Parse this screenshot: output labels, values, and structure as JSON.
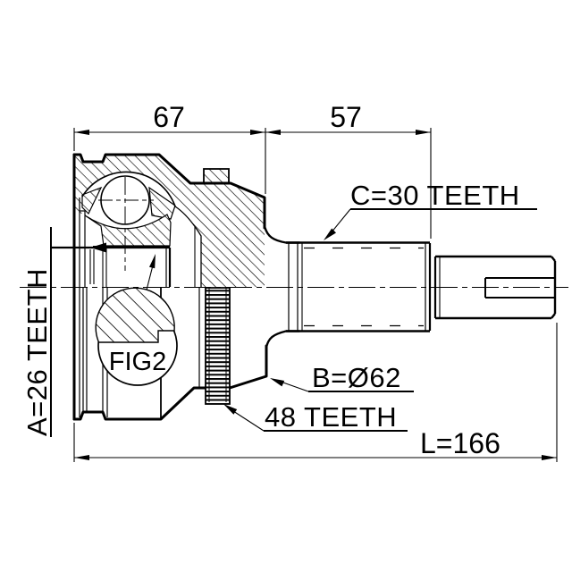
{
  "drawing": {
    "title": "cv-joint-technical-drawing",
    "background_color": "#ffffff",
    "line_color": "#000000",
    "dimensions": {
      "housing_length": "67",
      "spline_shaft_length": "57",
      "overall_length": "L=166"
    },
    "labels": {
      "outer_spline": "C=30 TEETH",
      "inner_spline": "A=26 TEETH",
      "outer_diameter": "B=Ø62",
      "abs_ring": "48 TEETH",
      "detail_callout": "FIG2"
    }
  }
}
